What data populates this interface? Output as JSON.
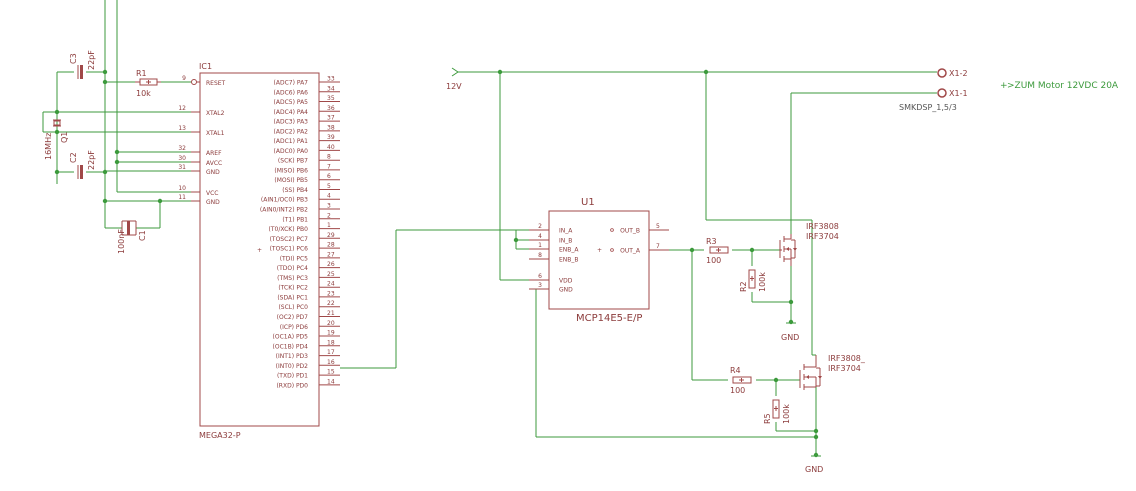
{
  "ic1": {
    "name": "IC1",
    "value": "MEGA32-P",
    "left_pins": [
      {
        "num": "9",
        "label": "RESET"
      },
      {
        "num": "12",
        "label": "XTAL2"
      },
      {
        "num": "13",
        "label": "XTAL1"
      },
      {
        "num": "32",
        "label": "AREF"
      },
      {
        "num": "30",
        "label": "AVCC"
      },
      {
        "num": "31",
        "label": "GND"
      },
      {
        "num": "10",
        "label": "VCC"
      },
      {
        "num": "11",
        "label": "GND"
      }
    ],
    "right_pins": [
      {
        "num": "33",
        "label": "(ADC7) PA7"
      },
      {
        "num": "34",
        "label": "(ADC6) PA6"
      },
      {
        "num": "35",
        "label": "(ADC5) PA5"
      },
      {
        "num": "36",
        "label": "(ADC4) PA4"
      },
      {
        "num": "37",
        "label": "(ADC3) PA3"
      },
      {
        "num": "38",
        "label": "(ADC2) PA2"
      },
      {
        "num": "39",
        "label": "(ADC1) PA1"
      },
      {
        "num": "40",
        "label": "(ADC0) PA0"
      },
      {
        "num": "8",
        "label": "(SCK) PB7"
      },
      {
        "num": "7",
        "label": "(MISO) PB6"
      },
      {
        "num": "6",
        "label": "(MOSI) PB5"
      },
      {
        "num": "5",
        "label": "(SS) PB4"
      },
      {
        "num": "4",
        "label": "(AIN1/OC0) PB3"
      },
      {
        "num": "3",
        "label": "(AIN0/INT2) PB2"
      },
      {
        "num": "2",
        "label": "(T1) PB1"
      },
      {
        "num": "1",
        "label": "(T0/XCK) PB0"
      },
      {
        "num": "29",
        "label": "(TOSC2) PC7"
      },
      {
        "num": "28",
        "label": "(TOSC1) PC6"
      },
      {
        "num": "27",
        "label": "(TDI) PC5"
      },
      {
        "num": "26",
        "label": "(TDO) PC4"
      },
      {
        "num": "25",
        "label": "(TMS) PC3"
      },
      {
        "num": "24",
        "label": "(TCK) PC2"
      },
      {
        "num": "23",
        "label": "(SDA) PC1"
      },
      {
        "num": "22",
        "label": "(SCL) PC0"
      },
      {
        "num": "21",
        "label": "(OC2) PD7"
      },
      {
        "num": "20",
        "label": "(ICP) PD6"
      },
      {
        "num": "19",
        "label": "(OC1A) PD5"
      },
      {
        "num": "18",
        "label": "(OC1B) PD4"
      },
      {
        "num": "17",
        "label": "(INT1) PD3"
      },
      {
        "num": "16",
        "label": "(INT0) PD2"
      },
      {
        "num": "15",
        "label": "(TXD) PD1"
      },
      {
        "num": "14",
        "label": "(RXD) PD0"
      }
    ]
  },
  "u1": {
    "name": "U1",
    "value": "MCP14E5-E/P",
    "left_pins": [
      {
        "num": "2",
        "label": "IN_A"
      },
      {
        "num": "4",
        "label": "IN_B"
      },
      {
        "num": "1",
        "label": "ENB_A"
      },
      {
        "num": "8",
        "label": "ENB_B"
      },
      {
        "num": "6",
        "label": "VDD"
      },
      {
        "num": "3",
        "label": "GND"
      }
    ],
    "right_pins": [
      {
        "num": "5",
        "label": "OUT_B"
      },
      {
        "num": "7",
        "label": "OUT_A"
      }
    ]
  },
  "components": {
    "r1": {
      "name": "R1",
      "value": "10k"
    },
    "c3": {
      "name": "C3",
      "value": "22pF"
    },
    "c2": {
      "name": "C2",
      "value": "22pF"
    },
    "q1": {
      "name": "Q1",
      "value": "16MHz"
    },
    "c1": {
      "name": "C1",
      "value": "100nF"
    },
    "r3": {
      "name": "R3",
      "value": "100"
    },
    "r2": {
      "name": "R2",
      "value": "100k"
    },
    "r4": {
      "name": "R4",
      "value": "100"
    },
    "r5": {
      "name": "R5",
      "value": "100k"
    },
    "fet1": {
      "name": "IRF3808",
      "value": "IRF3704"
    },
    "fet2": {
      "name": "IRF3808_",
      "value": "IRF3704"
    }
  },
  "supply": {
    "label": "12V"
  },
  "grounds": [
    "GND",
    "GND"
  ],
  "connector": {
    "pin1": "X1-2",
    "pin2": "X1-1",
    "name": "SMKDSP_1,5/3",
    "note": ">ZUM Motor 12VDC 20A"
  },
  "marks": {
    "plus": "+"
  },
  "colors": {
    "wire": "#3c9a3c",
    "part": "#a04848",
    "text": "#8c3c3c",
    "background": "#ffffff"
  }
}
